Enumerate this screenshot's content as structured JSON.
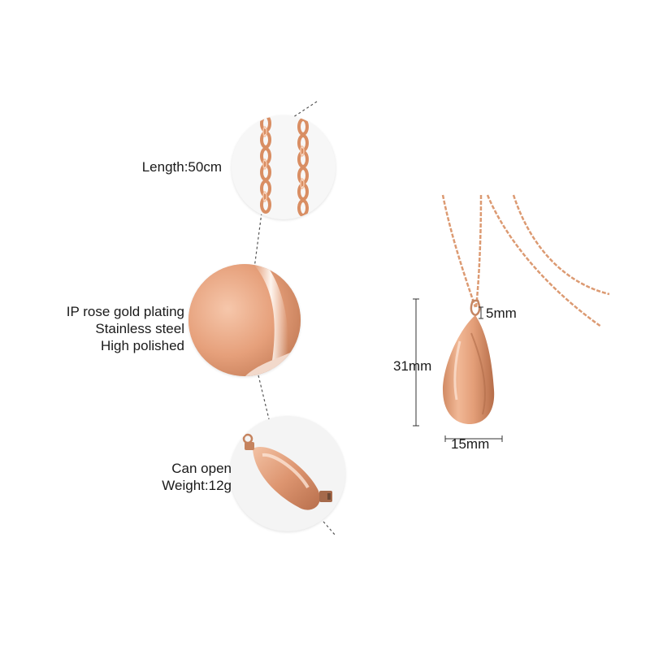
{
  "features": [
    {
      "lines": [
        "Length:50cm"
      ]
    },
    {
      "lines": [
        "IP rose gold plating",
        "Stainless steel",
        "High polished"
      ]
    },
    {
      "lines": [
        "Can open",
        "Weight:12g"
      ]
    }
  ],
  "dimensions": {
    "bail": "5mm",
    "height": "31mm",
    "width": "15mm"
  },
  "colors": {
    "rose_gold": "#e8a27d",
    "rose_gold_dark": "#b9714c",
    "rose_gold_light": "#fbd7c2"
  }
}
